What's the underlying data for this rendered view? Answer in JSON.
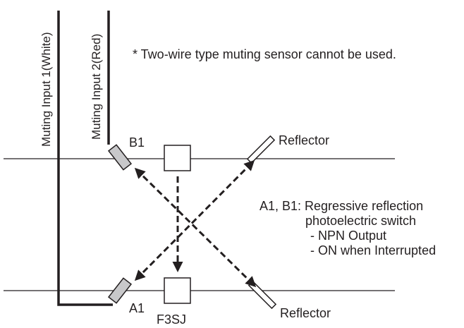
{
  "wires": {
    "input1_label": "Muting Input 1(White)",
    "input2_label": "Muting Input 2(Red)"
  },
  "note": "* Two-wire type muting sensor cannot be used.",
  "sensors": {
    "b1_label": "B1",
    "a1_label": "A1",
    "f3sj_label": "F3SJ",
    "reflector_top_label": "Reflector",
    "reflector_bottom_label": "Reflector"
  },
  "description": {
    "line1": "A1, B1: Regressive reflection",
    "line2": "photoelectric switch",
    "line3": "- NPN Output",
    "line4": "- ON when Interrupted"
  },
  "colors": {
    "ink": "#231f20",
    "sensor_fill": "#c8c8ca"
  }
}
